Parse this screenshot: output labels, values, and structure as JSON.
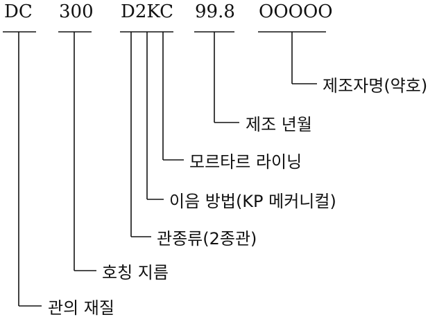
{
  "codes": [
    "DC",
    "300",
    "D2KC",
    "99.8",
    "OOOOO"
  ],
  "labels": [
    "제조자명(약호)",
    "제조 년월",
    "모르타르 라이닝",
    "이음 방법(KP 메커니컬)",
    "관종류(2종관)",
    "호칭 지름",
    "관의 재질"
  ]
}
